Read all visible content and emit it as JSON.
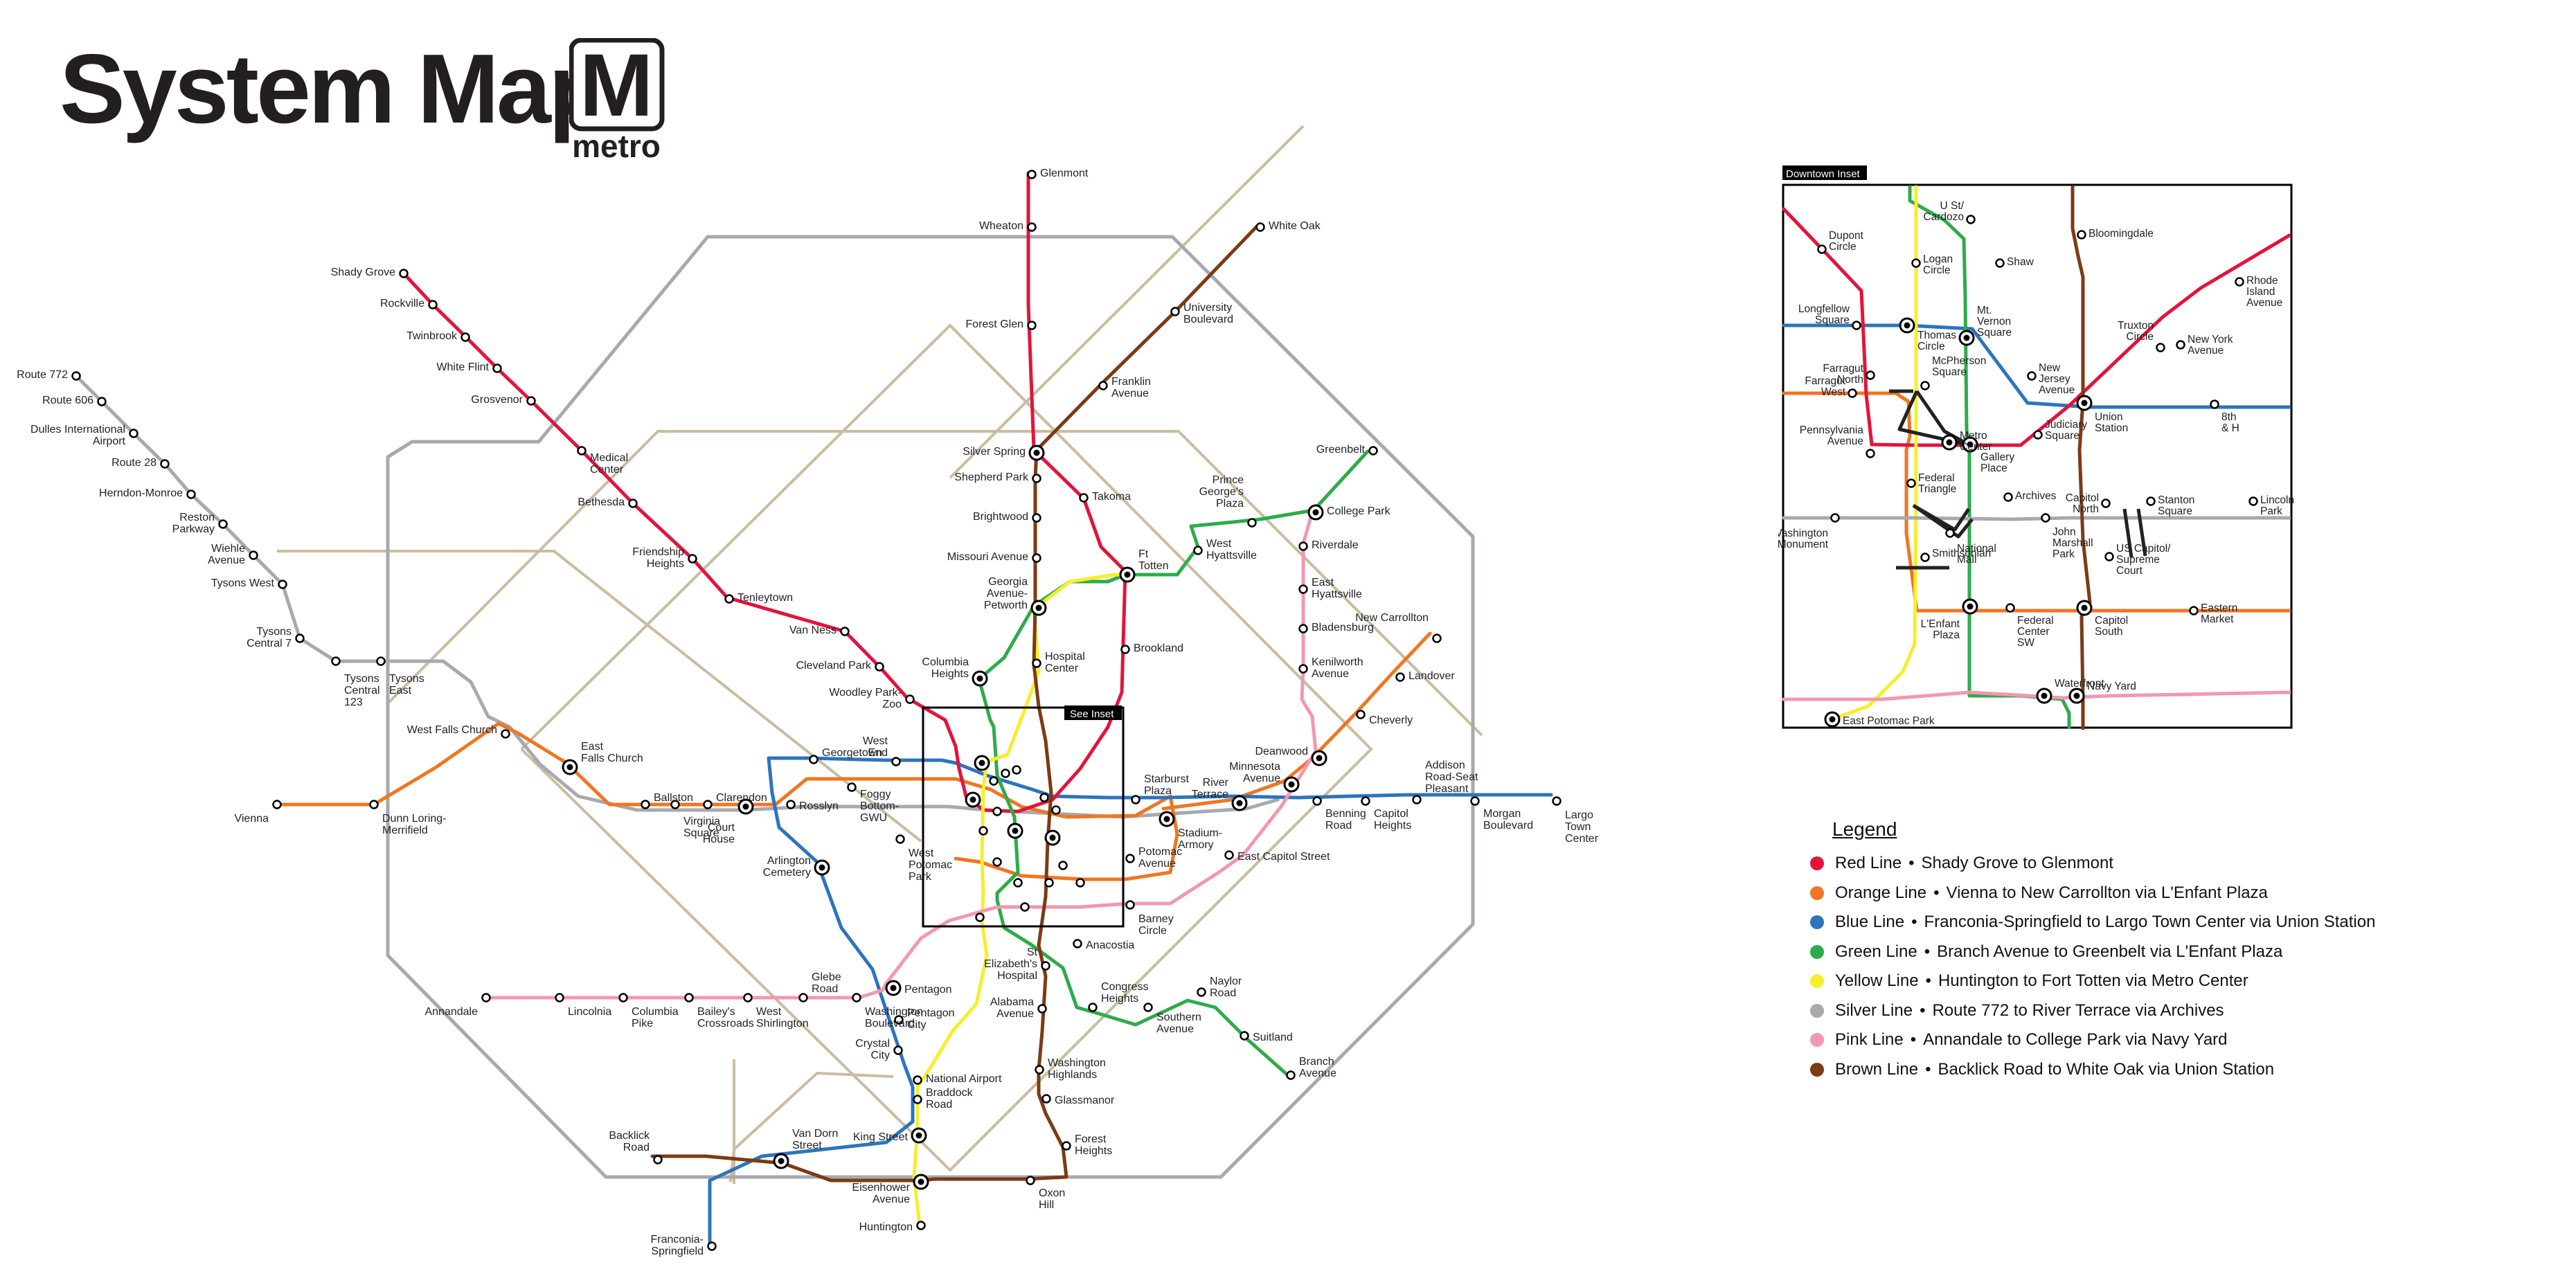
{
  "header": {
    "title": "System Map",
    "logo_letter": "M",
    "logo_word": "metro"
  },
  "colors": {
    "red": "#e2143c",
    "orange": "#ef7622",
    "blue": "#2d74bd",
    "green": "#2eab4b",
    "yellow": "#f6ee2e",
    "silver": "#a7a9ac",
    "pink": "#f297b2",
    "brown": "#7b3b15",
    "beltway": "#a7a9ac",
    "boundary": "#c9bd9f"
  },
  "map": {
    "see_inset_label": "See Inset",
    "stations": [
      {
        "name": "Glenmont",
        "lines": [
          "Glenmont"
        ]
      },
      {
        "name": "Wheaton",
        "lines": [
          "Wheaton"
        ]
      },
      {
        "name": "Forest Glen",
        "lines": [
          "Forest Glen"
        ]
      },
      {
        "name": "Silver Spring",
        "lines": [
          "Silver Spring"
        ]
      },
      {
        "name": "Shepherd Park",
        "lines": [
          "Shepherd Park"
        ]
      },
      {
        "name": "Takoma",
        "lines": [
          "Takoma"
        ]
      },
      {
        "name": "Brightwood",
        "lines": [
          "Brightwood"
        ]
      },
      {
        "name": "Missouri Avenue",
        "lines": [
          "Missouri Avenue"
        ]
      },
      {
        "name": "Georgia Avenue-Petworth",
        "lines": [
          "Georgia",
          "Avenue-",
          "Petworth"
        ]
      },
      {
        "name": "Ft Totten",
        "lines": [
          "Ft",
          "Totten"
        ]
      },
      {
        "name": "Brookland",
        "lines": [
          "Brookland"
        ]
      },
      {
        "name": "Hospital Center",
        "lines": [
          "Hospital",
          "Center"
        ]
      },
      {
        "name": "White Oak",
        "lines": [
          "White Oak"
        ]
      },
      {
        "name": "University Boulevard",
        "lines": [
          "University",
          "Boulevard"
        ]
      },
      {
        "name": "Franklin Avenue",
        "lines": [
          "Franklin",
          "Avenue"
        ]
      },
      {
        "name": "Greenbelt",
        "lines": [
          "Greenbelt"
        ]
      },
      {
        "name": "College Park",
        "lines": [
          "College Park"
        ]
      },
      {
        "name": "Prince George's Plaza",
        "lines": [
          "Prince",
          "George's",
          "Plaza"
        ]
      },
      {
        "name": "West Hyattsville",
        "lines": [
          "West",
          "Hyattsville"
        ]
      },
      {
        "name": "Riverdale",
        "lines": [
          "Riverdale"
        ]
      },
      {
        "name": "East Hyattsville",
        "lines": [
          "East",
          "Hyattsville"
        ]
      },
      {
        "name": "Bladensburg",
        "lines": [
          "Bladensburg"
        ]
      },
      {
        "name": "Kenilworth Avenue",
        "lines": [
          "Kenilworth",
          "Avenue"
        ]
      },
      {
        "name": "New Carrollton",
        "lines": [
          "New Carrollton"
        ]
      },
      {
        "name": "Landover",
        "lines": [
          "Landover"
        ]
      },
      {
        "name": "Cheverly",
        "lines": [
          "Cheverly"
        ]
      },
      {
        "name": "Addison Road-Seat Pleasant",
        "lines": [
          "Addison",
          "Road-Seat",
          "Pleasant"
        ]
      },
      {
        "name": "Morgan Boulevard",
        "lines": [
          "Morgan",
          "Boulevard"
        ]
      },
      {
        "name": "Largo Town Center",
        "lines": [
          "Largo",
          "Town",
          "Center"
        ]
      },
      {
        "name": "Capitol Heights",
        "lines": [
          "Capitol",
          "Heights"
        ]
      },
      {
        "name": "Benning Road",
        "lines": [
          "Benning",
          "Road"
        ]
      },
      {
        "name": "Deanwood",
        "lines": [
          "Deanwood"
        ]
      },
      {
        "name": "Minnesota Avenue",
        "lines": [
          "Minnesota",
          "Avenue"
        ]
      },
      {
        "name": "River Terrace",
        "lines": [
          "River",
          "Terrace"
        ]
      },
      {
        "name": "Starburst Plaza",
        "lines": [
          "Starburst",
          "Plaza"
        ]
      },
      {
        "name": "Stadium-Armory",
        "lines": [
          "Stadium-",
          "Armory"
        ]
      },
      {
        "name": "East Capitol Street",
        "lines": [
          "East Capitol Street"
        ]
      },
      {
        "name": "Potomac Avenue",
        "lines": [
          "Potomac",
          "Avenue"
        ]
      },
      {
        "name": "Barney Circle",
        "lines": [
          "Barney",
          "Circle"
        ]
      },
      {
        "name": "Anacostia",
        "lines": [
          "Anacostia"
        ]
      },
      {
        "name": "St Elizabeth's Hospital",
        "lines": [
          "St",
          "Elizabeth's",
          "Hospital"
        ]
      },
      {
        "name": "Congress Heights",
        "lines": [
          "Congress",
          "Heights"
        ]
      },
      {
        "name": "Naylor Road",
        "lines": [
          "Naylor",
          "Road"
        ]
      },
      {
        "name": "Southern Avenue",
        "lines": [
          "Southern",
          "Avenue"
        ]
      },
      {
        "name": "Suitland",
        "lines": [
          "Suitland"
        ]
      },
      {
        "name": "Branch Avenue",
        "lines": [
          "Branch",
          "Avenue"
        ]
      },
      {
        "name": "Alabama Avenue",
        "lines": [
          "Alabama",
          "Avenue"
        ]
      },
      {
        "name": "Washington Highlands",
        "lines": [
          "Washington",
          "Highlands"
        ]
      },
      {
        "name": "Glassmanor",
        "lines": [
          "Glassmanor"
        ]
      },
      {
        "name": "Forest Heights",
        "lines": [
          "Forest",
          "Heights"
        ]
      },
      {
        "name": "Oxon Hill",
        "lines": [
          "Oxon",
          "Hill"
        ]
      },
      {
        "name": "Eisenhower Avenue",
        "lines": [
          "Eisenhower",
          "Avenue"
        ]
      },
      {
        "name": "Huntington",
        "lines": [
          "Huntington"
        ]
      },
      {
        "name": "King Street",
        "lines": [
          "King Street"
        ]
      },
      {
        "name": "Braddock Road",
        "lines": [
          "Braddock",
          "Road"
        ]
      },
      {
        "name": "National Airport",
        "lines": [
          "National Airport"
        ]
      },
      {
        "name": "Crystal City",
        "lines": [
          "Crystal",
          "City"
        ]
      },
      {
        "name": "Pentagon City",
        "lines": [
          "Pentagon",
          "City"
        ]
      },
      {
        "name": "Pentagon",
        "lines": [
          "Pentagon"
        ]
      },
      {
        "name": "Van Dorn Street",
        "lines": [
          "Van Dorn",
          "Street"
        ]
      },
      {
        "name": "Franconia-Springfield",
        "lines": [
          "Franconia-",
          "Springfield"
        ]
      },
      {
        "name": "Backlick Road",
        "lines": [
          "Backlick",
          "Road"
        ]
      },
      {
        "name": "Annandale",
        "lines": [
          "Annandale"
        ]
      },
      {
        "name": "Lincolnia",
        "lines": [
          "Lincolnia"
        ]
      },
      {
        "name": "Columbia Pike",
        "lines": [
          "Columbia",
          "Pike"
        ]
      },
      {
        "name": "Bailey's Crossroads",
        "lines": [
          "Bailey's",
          "Crossroads"
        ]
      },
      {
        "name": "West Shirlington",
        "lines": [
          "West",
          "Shirlington"
        ]
      },
      {
        "name": "Glebe Road",
        "lines": [
          "Glebe",
          "Road"
        ]
      },
      {
        "name": "Washington Boulevard",
        "lines": [
          "Washington",
          "Boulevard"
        ]
      },
      {
        "name": "Arlington Cemetery",
        "lines": [
          "Arlington",
          "Cemetery"
        ]
      },
      {
        "name": "West Potomac Park",
        "lines": [
          "West",
          "Potomac",
          "Park"
        ]
      },
      {
        "name": "Rosslyn",
        "lines": [
          "Rosslyn"
        ]
      },
      {
        "name": "Foggy Bottom-GWU",
        "lines": [
          "Foggy",
          "Bottom-",
          "GWU"
        ]
      },
      {
        "name": "Georgetown",
        "lines": [
          "Georgetown"
        ]
      },
      {
        "name": "West End",
        "lines": [
          "West",
          "End"
        ]
      },
      {
        "name": "Court House",
        "lines": [
          "Court",
          "House"
        ]
      },
      {
        "name": "Clarendon",
        "lines": [
          "Clarendon"
        ]
      },
      {
        "name": "Virginia Square",
        "lines": [
          "Virginia",
          "Square"
        ]
      },
      {
        "name": "Ballston",
        "lines": [
          "Ballston"
        ]
      },
      {
        "name": "East Falls Church",
        "lines": [
          "East",
          "Falls Church"
        ]
      },
      {
        "name": "West Falls Church",
        "lines": [
          "West Falls Church"
        ]
      },
      {
        "name": "Dunn Loring-Merrifield",
        "lines": [
          "Dunn Loring-",
          "Merrifield"
        ]
      },
      {
        "name": "Vienna",
        "lines": [
          "Vienna"
        ]
      },
      {
        "name": "Shady Grove",
        "lines": [
          "Shady Grove"
        ]
      },
      {
        "name": "Rockville",
        "lines": [
          "Rockville"
        ]
      },
      {
        "name": "Twinbrook",
        "lines": [
          "Twinbrook"
        ]
      },
      {
        "name": "White Flint",
        "lines": [
          "White Flint"
        ]
      },
      {
        "name": "Grosvenor",
        "lines": [
          "Grosvenor"
        ]
      },
      {
        "name": "Medical Center",
        "lines": [
          "Medical",
          "Center"
        ]
      },
      {
        "name": "Bethesda",
        "lines": [
          "Bethesda"
        ]
      },
      {
        "name": "Friendship Heights",
        "lines": [
          "Friendship",
          "Heights"
        ]
      },
      {
        "name": "Tenleytown",
        "lines": [
          "Tenleytown"
        ]
      },
      {
        "name": "Van Ness",
        "lines": [
          "Van Ness"
        ]
      },
      {
        "name": "Cleveland Park",
        "lines": [
          "Cleveland Park"
        ]
      },
      {
        "name": "Woodley Park-Zoo",
        "lines": [
          "Woodley Park-",
          "Zoo"
        ]
      },
      {
        "name": "Columbia Heights",
        "lines": [
          "Columbia",
          "Heights"
        ]
      },
      {
        "name": "Route 772",
        "lines": [
          "Route 772"
        ]
      },
      {
        "name": "Route 606",
        "lines": [
          "Route 606"
        ]
      },
      {
        "name": "Dulles International Airport",
        "lines": [
          "Dulles International",
          "Airport"
        ]
      },
      {
        "name": "Route 28",
        "lines": [
          "Route 28"
        ]
      },
      {
        "name": "Herndon-Monroe",
        "lines": [
          "Herndon-Monroe"
        ]
      },
      {
        "name": "Reston Parkway",
        "lines": [
          "Reston",
          "Parkway"
        ]
      },
      {
        "name": "Wiehle Avenue",
        "lines": [
          "Wiehle",
          "Avenue"
        ]
      },
      {
        "name": "Tysons West",
        "lines": [
          "Tysons West"
        ]
      },
      {
        "name": "Tysons Central 7",
        "lines": [
          "Tysons",
          "Central 7"
        ]
      },
      {
        "name": "Tysons Central 123",
        "lines": [
          "Tysons",
          "Central",
          "123"
        ]
      },
      {
        "name": "Tysons East",
        "lines": [
          "Tysons",
          "East"
        ]
      }
    ]
  },
  "inset": {
    "title": "Downtown Inset",
    "stations": [
      {
        "name": "Dupont Circle",
        "lines": [
          "Dupont",
          "Circle"
        ]
      },
      {
        "name": "U St/Cardozo",
        "lines": [
          "U St/",
          "Cardozo"
        ]
      },
      {
        "name": "Shaw",
        "lines": [
          "Shaw"
        ]
      },
      {
        "name": "Logan Circle",
        "lines": [
          "Logan",
          "Circle"
        ]
      },
      {
        "name": "Bloomingdale",
        "lines": [
          "Bloomingdale"
        ]
      },
      {
        "name": "Rhode Island Avenue",
        "lines": [
          "Rhode",
          "Island",
          "Avenue"
        ]
      },
      {
        "name": "Longfellow Square",
        "lines": [
          "Longfellow",
          "Square"
        ]
      },
      {
        "name": "Thomas Circle",
        "lines": [
          "Thomas",
          "Circle"
        ]
      },
      {
        "name": "Mt. Vernon Square",
        "lines": [
          "Mt.",
          "Vernon",
          "Square"
        ]
      },
      {
        "name": "Truxton Circle",
        "lines": [
          "Truxton",
          "Circle"
        ]
      },
      {
        "name": "New York Avenue",
        "lines": [
          "New York",
          "Avenue"
        ]
      },
      {
        "name": "New Jersey Avenue",
        "lines": [
          "New",
          "Jersey",
          "Avenue"
        ]
      },
      {
        "name": "Farragut North",
        "lines": [
          "Farragut",
          "North"
        ]
      },
      {
        "name": "Farragut West",
        "lines": [
          "Farragut",
          "West"
        ]
      },
      {
        "name": "McPherson Square",
        "lines": [
          "McPherson",
          "Square"
        ]
      },
      {
        "name": "Union Station",
        "lines": [
          "Union",
          "Station"
        ]
      },
      {
        "name": "8th & H",
        "lines": [
          "8th",
          "& H"
        ]
      },
      {
        "name": "Metro Center",
        "lines": [
          "Metro",
          "Center"
        ]
      },
      {
        "name": "Gallery Place",
        "lines": [
          "Gallery",
          "Place"
        ]
      },
      {
        "name": "Judiciary Square",
        "lines": [
          "Judiciary",
          "Square"
        ]
      },
      {
        "name": "Pennsylvania Avenue",
        "lines": [
          "Pennsylvania",
          "Avenue"
        ]
      },
      {
        "name": "Federal Triangle",
        "lines": [
          "Federal",
          "Triangle"
        ]
      },
      {
        "name": "Archives",
        "lines": [
          "Archives"
        ]
      },
      {
        "name": "Capitol North",
        "lines": [
          "Capitol",
          "North"
        ]
      },
      {
        "name": "Stanton Square",
        "lines": [
          "Stanton",
          "Square"
        ]
      },
      {
        "name": "Lincoln Park",
        "lines": [
          "Lincoln",
          "Park"
        ]
      },
      {
        "name": "Washington Monument",
        "lines": [
          "Washington",
          "Monument"
        ]
      },
      {
        "name": "National Mall",
        "lines": [
          "National",
          "Mall"
        ]
      },
      {
        "name": "John Marshall Park",
        "lines": [
          "John",
          "Marshall",
          "Park"
        ]
      },
      {
        "name": "US Capitol/Supreme Court",
        "lines": [
          "US Capitol/",
          "Supreme",
          "Court"
        ]
      },
      {
        "name": "Smithsonian",
        "lines": [
          "Smithsonian"
        ]
      },
      {
        "name": "L'Enfant Plaza",
        "lines": [
          "L'Enfant",
          "Plaza"
        ]
      },
      {
        "name": "Federal Center SW",
        "lines": [
          "Federal",
          "Center",
          "SW"
        ]
      },
      {
        "name": "Capitol South",
        "lines": [
          "Capitol",
          "South"
        ]
      },
      {
        "name": "Eastern Market",
        "lines": [
          "Eastern",
          "Market"
        ]
      },
      {
        "name": "Waterfront",
        "lines": [
          "Waterfront"
        ]
      },
      {
        "name": "Navy Yard",
        "lines": [
          "Navy Yard"
        ]
      },
      {
        "name": "East Potomac Park",
        "lines": [
          "East Potomac Park"
        ]
      }
    ]
  },
  "legend": {
    "title": "Legend",
    "items": [
      {
        "name": "Red Line",
        "route": "Shady Grove to Glenmont",
        "color": "#e2143c"
      },
      {
        "name": "Orange Line",
        "route": "Vienna to New Carrollton via L'Enfant Plaza",
        "color": "#ef7622"
      },
      {
        "name": "Blue Line",
        "route": "Franconia-Springfield to Largo Town Center via Union Station",
        "color": "#2d74bd"
      },
      {
        "name": "Green Line",
        "route": "Branch Avenue to Greenbelt via L'Enfant Plaza",
        "color": "#2eab4b"
      },
      {
        "name": "Yellow Line",
        "route": "Huntington to Fort Totten via Metro Center",
        "color": "#f6ee2e"
      },
      {
        "name": "Silver Line",
        "route": "Route 772 to River Terrace via Archives",
        "color": "#a7a9ac"
      },
      {
        "name": "Pink Line",
        "route": "Annandale to College Park via Navy Yard",
        "color": "#f297b2"
      },
      {
        "name": "Brown Line",
        "route": "Backlick Road to White Oak via Union Station",
        "color": "#7b3b15"
      }
    ],
    "separator": "•"
  }
}
